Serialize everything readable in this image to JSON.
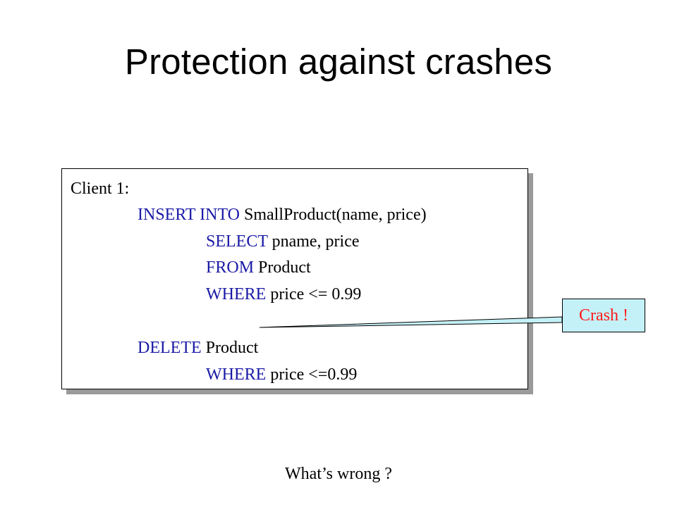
{
  "slide": {
    "title": "Protection against crashes",
    "footer_question": "What’s wrong ?"
  },
  "code": {
    "client_label": "Client 1:",
    "insert_kw": "INSERT INTO",
    "insert_rest": " SmallProduct(name,  price)",
    "select_kw": "SELECT",
    "select_rest": " pname, price",
    "from_kw": "FROM",
    "from_rest": " Product",
    "where1_kw": "WHERE",
    "where1_rest": " price <= 0.99",
    "delete_kw": "DELETE",
    "delete_rest": " Product",
    "where2_kw": "WHERE",
    "where2_rest": " price <=0.99"
  },
  "callout": {
    "label": "Crash !"
  },
  "colors": {
    "keyword": "#1a1aa6",
    "callout_text": "#ff1a1a",
    "callout_bg": "#c4f1f7"
  }
}
